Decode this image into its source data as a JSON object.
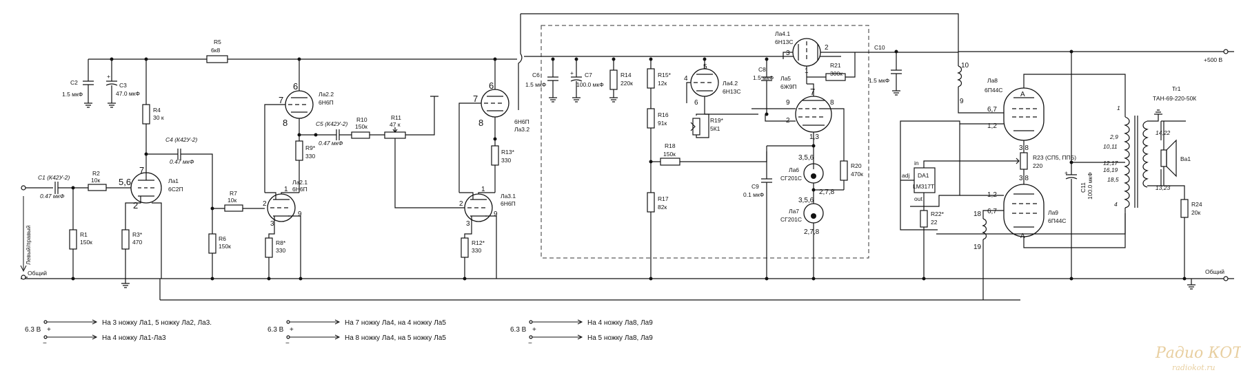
{
  "labels": {
    "input": "Левый/правый",
    "common_left": "Общий",
    "common_right": "Общий",
    "supply": "+500 В"
  },
  "components": {
    "C1": {
      "ref": "C1 (К42У-2)",
      "val": "0.47 мкФ"
    },
    "R2": {
      "ref": "R2",
      "val": "10к"
    },
    "R1": {
      "ref": "R1",
      "val": "150к"
    },
    "C2": {
      "ref": "C2",
      "val": "1.5 мкФ"
    },
    "C3": {
      "ref": "C3",
      "val": "47.0 мкФ"
    },
    "R4": {
      "ref": "R4",
      "val": "30 к"
    },
    "R5": {
      "ref": "R5",
      "val": "6к8"
    },
    "La1": {
      "ref": "Ла1",
      "val": "6С2П"
    },
    "R3": {
      "ref": "R3*",
      "val": "470"
    },
    "C4": {
      "ref": "C4 (К42У-2)",
      "val": "0.47 мкФ"
    },
    "R7": {
      "ref": "R7",
      "val": "10к"
    },
    "R6": {
      "ref": "R6",
      "val": "150к"
    },
    "La22": {
      "ref": "Ла2.2",
      "val": "6Н6П"
    },
    "La21": {
      "ref": "Ла2.1",
      "val": "6Н6П"
    },
    "R9": {
      "ref": "R9*",
      "val": "330"
    },
    "R8": {
      "ref": "R8*",
      "val": "330"
    },
    "C5": {
      "ref": "C5 (К42У-2)",
      "val": "0.47 мкФ"
    },
    "R10": {
      "ref": "R10",
      "val": "150к"
    },
    "R11": {
      "ref": "R11",
      "val": "47 к"
    },
    "La32": {
      "ref": "6Н6П",
      "val": "Ла3.2"
    },
    "La31": {
      "ref": "Ла3.1",
      "val": "6Н6П"
    },
    "R13": {
      "ref": "R13*",
      "val": "330"
    },
    "R12": {
      "ref": "R12*",
      "val": "330"
    },
    "C6": {
      "ref": "C6",
      "val": "1.5 мкФ"
    },
    "C7": {
      "ref": "C7",
      "val": "100.0 мкФ"
    },
    "R14": {
      "ref": "R14",
      "val": "220к"
    },
    "R15": {
      "ref": "R15*",
      "val": "12к"
    },
    "R16": {
      "ref": "R16",
      "val": "91к"
    },
    "R17": {
      "ref": "R17",
      "val": "82к"
    },
    "R18": {
      "ref": "R18",
      "val": "150к"
    },
    "La42": {
      "ref": "Ла4.2",
      "val": "6Н13С"
    },
    "R19": {
      "ref": "R19*",
      "val": "5К1"
    },
    "La41": {
      "ref": "Ла4.1",
      "val": "6Н13С"
    },
    "C8": {
      "ref": "C8",
      "val": "1.5 мкФ"
    },
    "R21": {
      "ref": "R21",
      "val": "300к"
    },
    "La5": {
      "ref": "Ла5",
      "val": "6Ж9П"
    },
    "C9": {
      "ref": "C9",
      "val": "0.1 мкФ"
    },
    "La6": {
      "ref": "Ла6",
      "val": "СГ201С"
    },
    "La7": {
      "ref": "Ла7",
      "val": "СГ201С"
    },
    "R20": {
      "ref": "R20",
      "val": "470к"
    },
    "C10": {
      "ref": "C10",
      "val": "1.5 мкФ"
    },
    "La8": {
      "ref": "Ла8",
      "val": "6П44С"
    },
    "La9": {
      "ref": "Ла9",
      "val": "6П44С"
    },
    "DA1": {
      "ref": "DA1",
      "val": "LM317T"
    },
    "R22": {
      "ref": "R22*",
      "val": "22"
    },
    "R23": {
      "ref": "R23 (СП5, ППБ)",
      "val": "220"
    },
    "C11": {
      "ref": "C11",
      "val": "100.0 мкФ"
    },
    "Tr1": {
      "ref": "Tr1",
      "val": "ТАН-69-220-50К"
    },
    "Ba1": {
      "ref": "Ba1",
      "val": ""
    },
    "R24": {
      "ref": "R24",
      "val": "20к"
    }
  },
  "pins": {
    "la1_grid": "5,6",
    "la1_anode": "7",
    "la1_cath": "2",
    "la22_anode": "6",
    "la22_grid": "7",
    "la22_cath": "8",
    "la21_anode": "1",
    "la21_grid": "2",
    "la21_cath": "3",
    "la21_h": "9",
    "la32_anode": "6",
    "la32_grid": "7",
    "la32_cath": "8",
    "la31_anode": "1",
    "la31_grid": "2",
    "la31_cath": "3",
    "la31_h": "9",
    "la42_anode": "5",
    "la42_grid": "4",
    "la42_cath": "6",
    "la41_cath": "3",
    "la41_anode": "2",
    "la41_grid": "1",
    "la5_p7": "7",
    "la5_p9": "9",
    "la5_p8": "8",
    "la5_p2": "2",
    "la5_p13": "1,3",
    "la6_top": "3,5,6",
    "la6_bot": "2,7,8",
    "la7_top": "3,5,6",
    "la7_bot": "2,7,8",
    "la8_a": "А",
    "la8_67": "6,7",
    "la8_12": "1,2",
    "la8_38": "3,8",
    "la9_a": "А",
    "la9_67": "6,7",
    "la9_12": "1,2",
    "la9_38": "3,8",
    "pin10": "10",
    "pin9": "9",
    "pin18": "18",
    "pin19": "19",
    "da_in": "in",
    "da_adj": "adj",
    "da_out": "out",
    "tr_1": "1",
    "tr_29": "2,9",
    "tr_1011": "10,11",
    "tr_1217": "12,17",
    "tr_1619": "16,19",
    "tr_185": "18,5",
    "tr_4": "4",
    "tr_1422": "14,22",
    "tr_1323": "13,23"
  },
  "heater_notes": [
    {
      "volt": "6.3 В",
      "plus": "+",
      "minus": "−",
      "line1": "На 3 ножку Ла1, 5 ножку Ла2, Ла3.",
      "line2": "На 4 ножку Ла1-Ла3"
    },
    {
      "volt": "6.3 В",
      "plus": "+",
      "minus": "−",
      "line1": "На 7 ножку Ла4, на 4 ножку Ла5",
      "line2": "На 8 ножку Ла4, на 5 ножку Ла5"
    },
    {
      "volt": "6.3 В",
      "plus": "+",
      "minus": "−",
      "line1": "На 4  ножку Ла8, Ла9",
      "line2": "На 5  ножку Ла8, Ла9"
    }
  ],
  "watermark": {
    "line1": "Радио КОТ",
    "line2": "radiokot.ru"
  }
}
